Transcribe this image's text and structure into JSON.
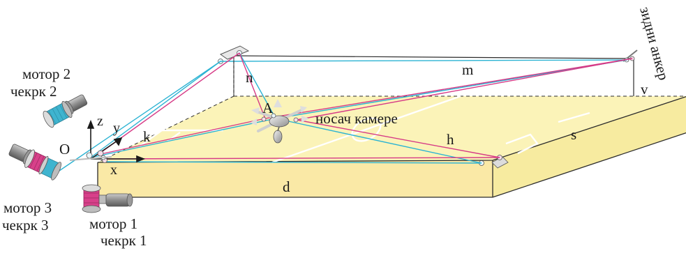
{
  "labels": {
    "motor1": "мотор 1",
    "winch1": "чекрк 1",
    "motor2": "мотор 2",
    "winch2": "чекрк 2",
    "motor3": "мотор 3",
    "winch3": "чекрк 3",
    "wall_anchor": "зидни анкер",
    "camera_carrier": "носач камере",
    "point_a": "A",
    "origin": "O",
    "axis_x": "x",
    "axis_y": "y",
    "axis_z": "z",
    "seg_n": "n",
    "seg_m": "m",
    "seg_v": "v",
    "seg_k": "k",
    "seg_h": "h",
    "seg_s": "s",
    "seg_d": "d"
  },
  "colors": {
    "field_top": "#fbf3b8",
    "field_side": "#f7eba0",
    "field_front": "#fae9a6",
    "cable_cyan": "#2bb3d3",
    "cable_magenta": "#d63a86",
    "spool_cyan": "#3fb4cf",
    "spool_magenta": "#d8408a",
    "line": "#2b2b2b",
    "motor_gray": "#8a8a8a"
  }
}
